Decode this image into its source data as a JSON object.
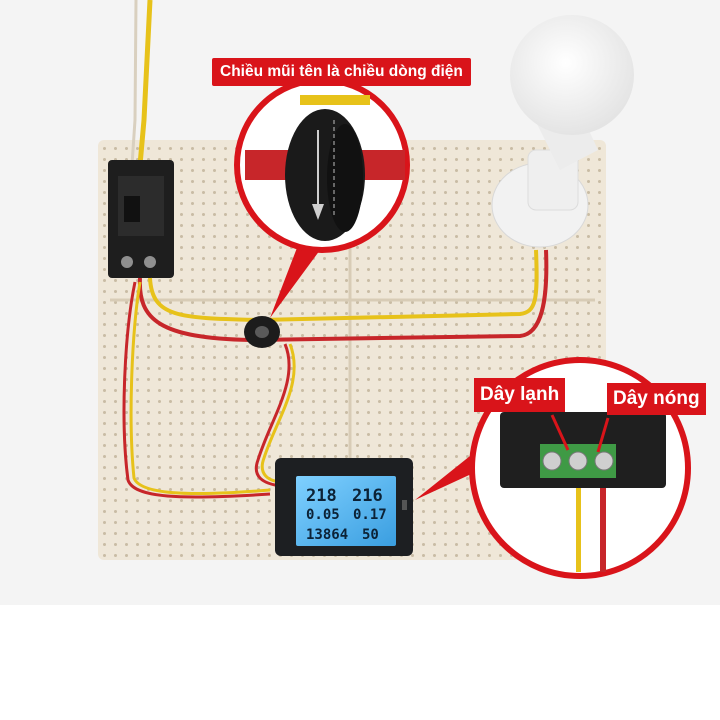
{
  "callouts": {
    "arrow_direction": "Chiều mũi tên là chiều dòng điện",
    "neutral_wire": "Dây lạnh",
    "live_wire": "Dây nóng"
  },
  "meter_display": {
    "voltage": "218",
    "power": "216",
    "current": "0.05",
    "power_factor": "0.17",
    "energy": "13864",
    "frequency": "50"
  },
  "colors": {
    "callout_red": "#d9141a",
    "board": "#efe7d8",
    "lcd_blue": "#4fb5ee",
    "wire_red": "#c7262a",
    "wire_yellow": "#e7c21a"
  }
}
